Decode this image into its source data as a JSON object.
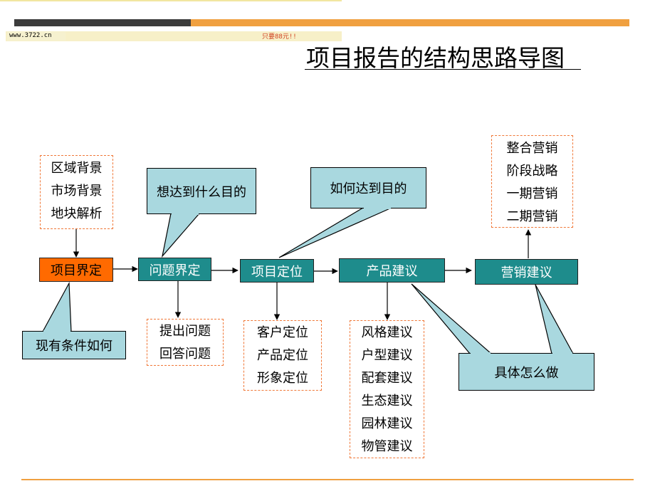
{
  "header": {
    "site_url": "www.3722.cn",
    "banner_text": "只要88元!!",
    "title": "项目报告的结构思路导图"
  },
  "colors": {
    "step_fill": "#1e8c8c",
    "first_step_fill": "#ff6a00",
    "callout_fill": "#a9d8df",
    "dash_border": "#f07838",
    "accent_bar": "#f0a040"
  },
  "steps": [
    {
      "label": "项目界定"
    },
    {
      "label": "问题界定"
    },
    {
      "label": "项目定位"
    },
    {
      "label": "产品建议"
    },
    {
      "label": "营销建议"
    }
  ],
  "groups": {
    "background": [
      "区域背景",
      "市场背景",
      "地块解析"
    ],
    "problems": [
      "提出问题",
      "回答问题"
    ],
    "positioning": [
      "客户定位",
      "产品定位",
      "形象定位"
    ],
    "product": [
      "风格建议",
      "户型建议",
      "配套建议",
      "生态建议",
      "园林建议",
      "物管建议"
    ],
    "marketing": [
      "整合营销",
      "阶段战略",
      "一期营销",
      "二期营销"
    ]
  },
  "callouts": {
    "goal": "想达到什么目的",
    "how": "如何达到目的",
    "conditions": "现有条件如何",
    "do": "具体怎么做"
  }
}
